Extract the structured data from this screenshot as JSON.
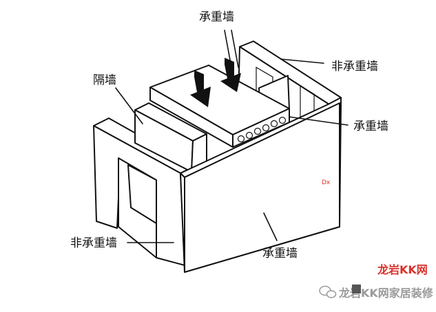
{
  "labels": {
    "top": "承重墙",
    "partition": "隔墙",
    "right_top": "非承重墙",
    "right_mid": "承重墙",
    "left_bottom": "非承重墙",
    "front": "承重墙"
  },
  "watermark": {
    "brand": "龙岩KK网家居装修",
    "brand_top": "龙岩KK网",
    "small_mark": "Dx"
  },
  "colors": {
    "line": "#111111",
    "background": "#ffffff",
    "watermark_red": "#d9302a",
    "watermark_gray": "#9a9a9a"
  },
  "icons": [
    "arrow-down-icon",
    "wechat-icon",
    "logo-mark-icon"
  ]
}
